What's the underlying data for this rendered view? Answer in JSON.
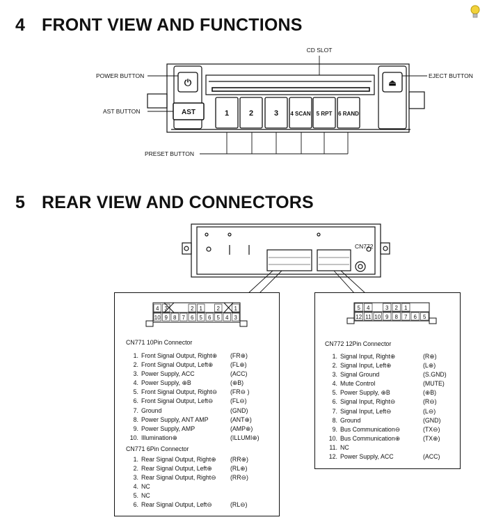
{
  "section4": {
    "number": "4",
    "title": "FRONT VIEW AND FUNCTIONS"
  },
  "section5": {
    "number": "5",
    "title": "REAR VIEW AND CONNECTORS"
  },
  "front_labels": {
    "cd_slot": "CD SLOT",
    "power_button": "POWER BUTTON",
    "eject_button": "EJECT BUTTON",
    "ast_button": "AST BUTTON",
    "preset_button": "PRESET BUTTON"
  },
  "front_buttons": {
    "power_symbol": "⏻",
    "eject_symbol": "⏏",
    "ast": "AST",
    "presets": [
      "1",
      "2",
      "3",
      "4 SCAN",
      "5 RPT",
      "6 RAND"
    ]
  },
  "rear": {
    "chassis_label": "CN772"
  },
  "cn771_10pin": {
    "title": "CN771 10Pin Connector",
    "diagram_top": [
      "4",
      "3",
      "",
      "",
      "2",
      "1",
      "",
      "2",
      "",
      "1"
    ],
    "diagram_bottom": [
      "10",
      "9",
      "8",
      "7",
      "6",
      "5",
      "6",
      "5",
      "4",
      "3"
    ],
    "pins": [
      {
        "n": "1.",
        "desc": "Front Signal Output, Right⊕",
        "sig": "(FR⊕)"
      },
      {
        "n": "2.",
        "desc": "Front Signal Output, Left⊕",
        "sig": "(FL⊕)"
      },
      {
        "n": "3.",
        "desc": "Power Supply, ACC",
        "sig": "(ACC)"
      },
      {
        "n": "4.",
        "desc": "Power Supply, ⊕B",
        "sig": "(⊕B)"
      },
      {
        "n": "5.",
        "desc": "Front Signal Output, Right⊖",
        "sig": "(FR⊖ )"
      },
      {
        "n": "6.",
        "desc": "Front Signal Output, Left⊖",
        "sig": "(FL⊖)"
      },
      {
        "n": "7.",
        "desc": "Ground",
        "sig": "(GND)"
      },
      {
        "n": "8.",
        "desc": "Power Supply, ANT AMP",
        "sig": "(ANT⊕)"
      },
      {
        "n": "9.",
        "desc": "Power Supply, AMP",
        "sig": "(AMP⊕)"
      },
      {
        "n": "10.",
        "desc": "Illumination⊕",
        "sig": "(ILLUMI⊕)"
      }
    ]
  },
  "cn771_6pin": {
    "title": "CN771 6Pin Connector",
    "pins": [
      {
        "n": "1.",
        "desc": "Rear Signal Output, Right⊕",
        "sig": "(RR⊕)"
      },
      {
        "n": "2.",
        "desc": "Rear Signal Output, Left⊕",
        "sig": "(RL⊕)"
      },
      {
        "n": "3.",
        "desc": "Rear Signal Output, Right⊖",
        "sig": "(RR⊖)"
      },
      {
        "n": "4.",
        "desc": "NC",
        "sig": ""
      },
      {
        "n": "5.",
        "desc": "NC",
        "sig": ""
      },
      {
        "n": "6.",
        "desc": "Rear Signal Output, Left⊖",
        "sig": "(RL⊖)"
      }
    ]
  },
  "cn772_12pin": {
    "title": "CN772 12Pin Connector",
    "diagram_top": [
      "5",
      "4",
      "",
      "3",
      "2",
      "1"
    ],
    "diagram_bottom": [
      "12",
      "11",
      "10",
      "9",
      "8",
      "7",
      "6",
      "5"
    ],
    "pins": [
      {
        "n": "1.",
        "desc": "Signal Input, Right⊕",
        "sig": "(R⊕)"
      },
      {
        "n": "2.",
        "desc": "Signal Input, Left⊕",
        "sig": "(L⊕)"
      },
      {
        "n": "3.",
        "desc": "Signal Ground",
        "sig": "(S.GND)"
      },
      {
        "n": "4.",
        "desc": "Mute Control",
        "sig": "(MUTE)"
      },
      {
        "n": "5.",
        "desc": "Power Supply, ⊕B",
        "sig": "(⊕B)"
      },
      {
        "n": "6.",
        "desc": "Signal Input, Right⊖",
        "sig": "(R⊖)"
      },
      {
        "n": "7.",
        "desc": "Signal Input, Left⊖",
        "sig": "(L⊖)"
      },
      {
        "n": "8.",
        "desc": "Ground",
        "sig": "(GND)"
      },
      {
        "n": "9.",
        "desc": "Bus Communication⊖",
        "sig": "(TX⊖)"
      },
      {
        "n": "10.",
        "desc": "Bus Communication⊕",
        "sig": "(TX⊕)"
      },
      {
        "n": "11.",
        "desc": "NC",
        "sig": ""
      },
      {
        "n": "12.",
        "desc": "Power Supply, ACC",
        "sig": "(ACC)"
      }
    ]
  }
}
